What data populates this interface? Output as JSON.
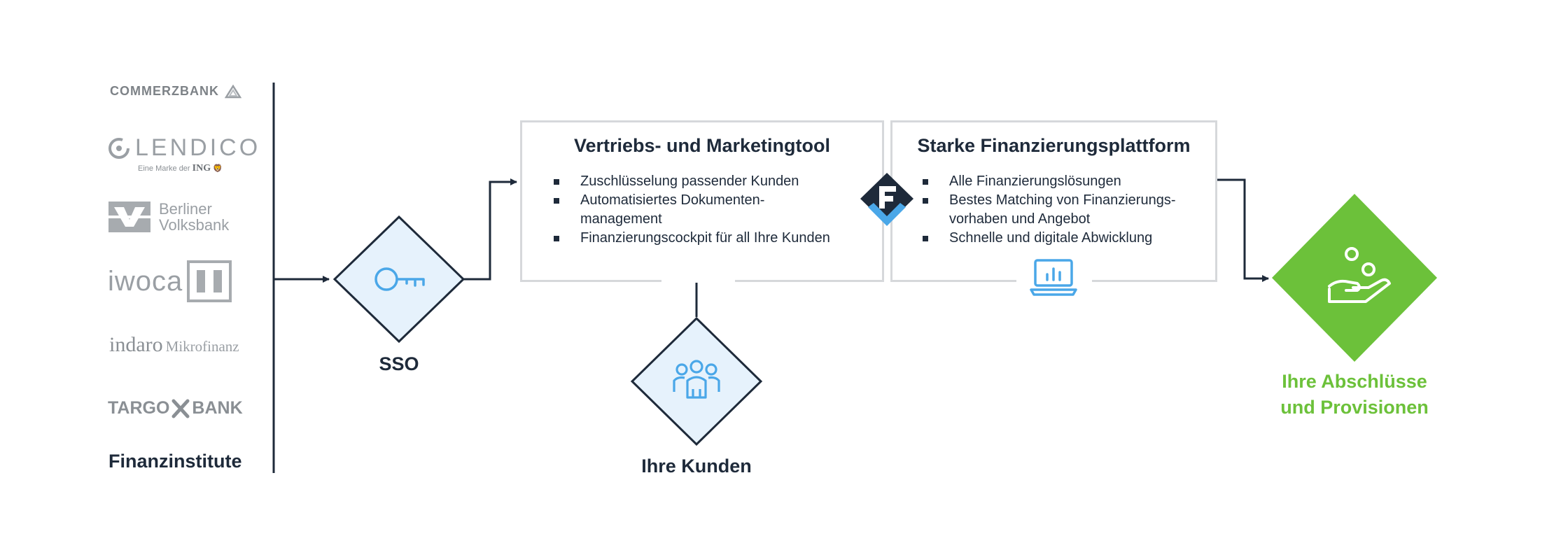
{
  "institutions": {
    "logos": {
      "commerzbank": "COMMERZBANK",
      "lendico": "LENDICO",
      "lendico_sub_prefix": "Eine Marke der",
      "lendico_sub_brand": "ING",
      "berliner_line1": "Berliner",
      "berliner_line2": "Volksbank",
      "iwoca": "iwoca",
      "indaro_a": "indaro",
      "indaro_b": "Mikrofinanz",
      "targo_a": "TARGO",
      "targo_b": "BANK"
    },
    "label": "Finanzinstitute"
  },
  "sso": {
    "label": "SSO",
    "icon": "key-icon"
  },
  "marketing_tool": {
    "title": "Vertriebs- und Marketingtool",
    "items": [
      "Zuschlüsselung passender Kunden",
      "Automatisiertes Dokumenten-",
      "management",
      "Finanzierungscockpit für all Ihre Kunden"
    ]
  },
  "platform": {
    "title": "Starke Finanzierungsplattform",
    "items": [
      "Alle Finanzierungslösungen",
      "Bestes Matching von Finanzierungs-",
      "vorhaben und Angebot",
      "Schnelle und digitale Abwicklung"
    ],
    "icon": "laptop-chart-icon"
  },
  "customers": {
    "label": "Ihre Kunden",
    "icon": "users-group-icon"
  },
  "result": {
    "line1": "Ihre Abschlüsse",
    "line2": "und Provisionen",
    "icon": "hand-coins-icon"
  },
  "brand_icon": "platform-logo-icon",
  "colors": {
    "navy": "#1e2a3a",
    "light_blue_fill": "#e6f2fc",
    "icon_blue": "#4aa7e8",
    "green": "#6cc13a",
    "box_border": "#d6d8db"
  }
}
